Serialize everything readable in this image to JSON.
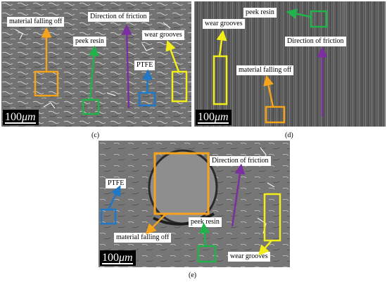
{
  "panels": {
    "c": {
      "caption": "(c)",
      "scale_value": "100",
      "scale_unit": "μm",
      "labels": {
        "material_falling_off": "material falling off",
        "peek_resin": "peek resin",
        "direction_of_friction": "Direction of friction",
        "wear_grooves": "wear grooves",
        "ptfe": "PTFE"
      }
    },
    "d": {
      "caption": "(d)",
      "scale_value": "100",
      "scale_unit": "μm",
      "labels": {
        "peek_resin": "peek resin",
        "wear_grooves": "wear grooves",
        "direction_of_friction": "Direction of friction",
        "material_falling_off": "material falling off"
      }
    },
    "e": {
      "caption": "(e)",
      "scale_value": "100",
      "scale_unit": "μm",
      "labels": {
        "ptfe": "PTFE",
        "direction_of_friction": "Direction of friction",
        "peek_resin": "peek resin",
        "material_falling_off": "material falling off",
        "wear_grooves": "wear grooves"
      }
    }
  },
  "colors": {
    "orange": "#f5a31a",
    "green": "#1fb34a",
    "purple": "#7b2fa0",
    "yellow": "#f2ee1a",
    "blue": "#1f78c8"
  }
}
